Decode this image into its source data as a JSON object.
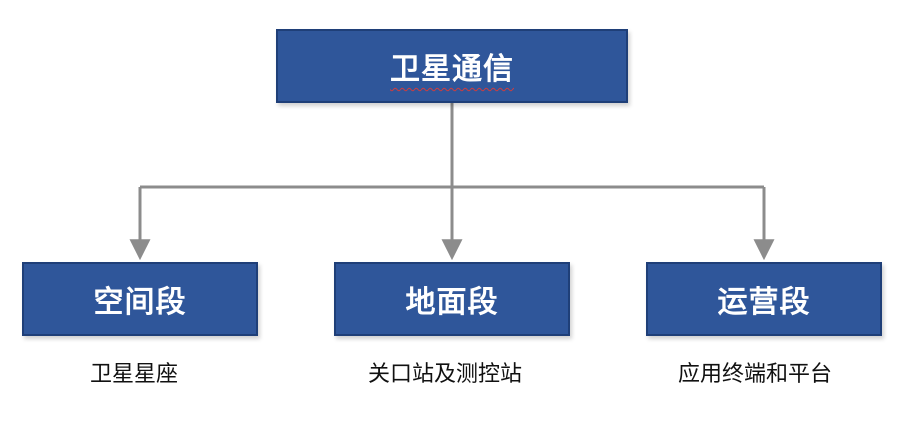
{
  "root": {
    "label": "卫星通信"
  },
  "segments": [
    {
      "label": "空间段",
      "caption": "卫星星座"
    },
    {
      "label": "地面段",
      "caption": "关口站及测控站"
    },
    {
      "label": "运营段",
      "caption": "应用终端和平台"
    }
  ],
  "colors": {
    "box_fill": "#2f569a",
    "box_border": "#1f3f78",
    "connector": "#8c8c8c",
    "caption_text": "#111111",
    "box_text": "#ffffff"
  }
}
